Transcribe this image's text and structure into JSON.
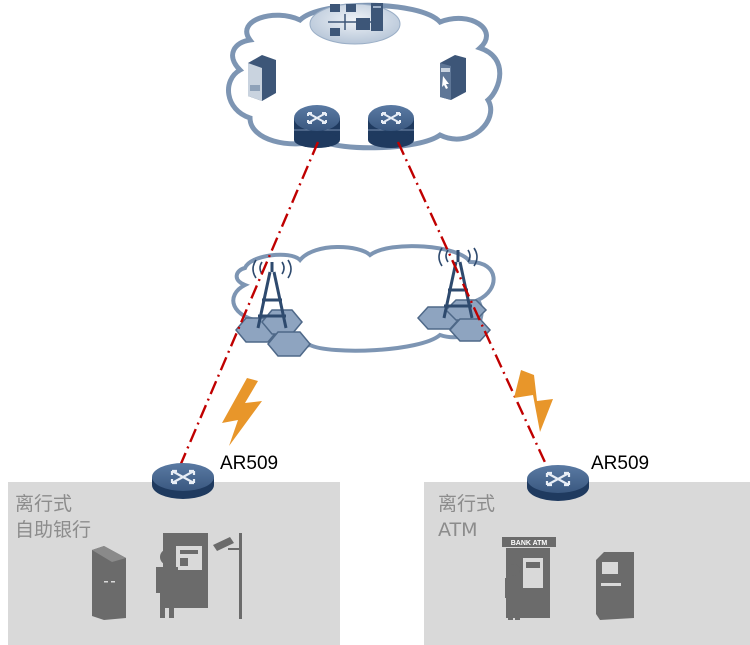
{
  "diagram": {
    "title": "Offline self-service banking / ATM wireless access network",
    "colors": {
      "link_dashdot": "#c00000",
      "lightning": "#e8962a",
      "device_blue": "#2e4a6e",
      "device_top": "#4d6a91",
      "cloud_stroke": "#7d95b3",
      "hex_fill": "#8ea4c0",
      "site_box": "#d9d9d9",
      "site_text": "#8c8c8c",
      "icon_gray": "#6b6b6b"
    },
    "clouds": [
      {
        "name": "data-center-cloud",
        "contents": [
          "server",
          "lan-pcs-cluster",
          "management-terminal",
          "router-1",
          "router-2"
        ]
      },
      {
        "name": "wireless-carrier-cloud",
        "contents": [
          "cell-tower-1",
          "cell-tower-2"
        ]
      }
    ],
    "devices": {
      "left_cpe": {
        "label": "AR509"
      },
      "right_cpe": {
        "label": "AR509"
      }
    },
    "sites": {
      "left": {
        "label_line1": "离行式",
        "label_line2": "自助银行",
        "icons": [
          "kiosk",
          "person-at-atm",
          "cctv-camera"
        ]
      },
      "right": {
        "label_line1": "离行式",
        "label_line2": "ATM",
        "atm_sign": "BANK ATM",
        "icons": [
          "person-at-bank-atm",
          "atm-machine"
        ]
      }
    },
    "links": [
      {
        "from": "router-1",
        "to": "left_cpe",
        "style": "dash-dot",
        "via": "cell-tower-1"
      },
      {
        "from": "router-2",
        "to": "right_cpe",
        "style": "dash-dot",
        "via": "cell-tower-2"
      }
    ],
    "wireless_indicators": [
      {
        "name": "lightning-left"
      },
      {
        "name": "lightning-right"
      }
    ]
  }
}
